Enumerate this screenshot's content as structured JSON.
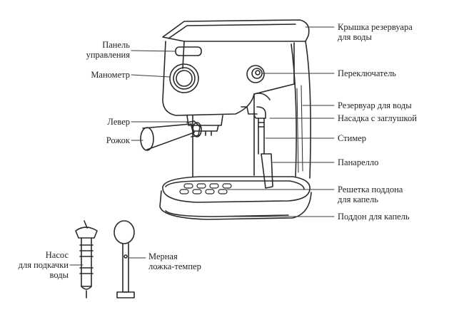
{
  "diagram": {
    "labels": {
      "control_panel": {
        "lines": [
          "Панель",
          "управления"
        ]
      },
      "manometer": {
        "lines": [
          "Манометр"
        ]
      },
      "lever": {
        "lines": [
          "Левер"
        ]
      },
      "portafilter": {
        "lines": [
          "Рожок"
        ]
      },
      "tank_lid": {
        "lines": [
          "Крышка резервуара",
          "для воды"
        ]
      },
      "switch": {
        "lines": [
          "Переключатель"
        ]
      },
      "water_tank": {
        "lines": [
          "Резервуар для воды"
        ]
      },
      "cap_nozzle": {
        "lines": [
          "Насадка с заглушкой"
        ]
      },
      "steamer": {
        "lines": [
          "Стимер"
        ]
      },
      "panarello": {
        "lines": [
          "Панарелло"
        ]
      },
      "drip_grate": {
        "lines": [
          "Решетка поддона",
          "для капель"
        ]
      },
      "drip_tray": {
        "lines": [
          "Поддон для капель"
        ]
      },
      "pump": {
        "lines": [
          "Насос",
          "для подкачки",
          "воды"
        ]
      },
      "measuring_spoon": {
        "lines": [
          "Мерная",
          "ложка-темпер"
        ]
      }
    }
  }
}
